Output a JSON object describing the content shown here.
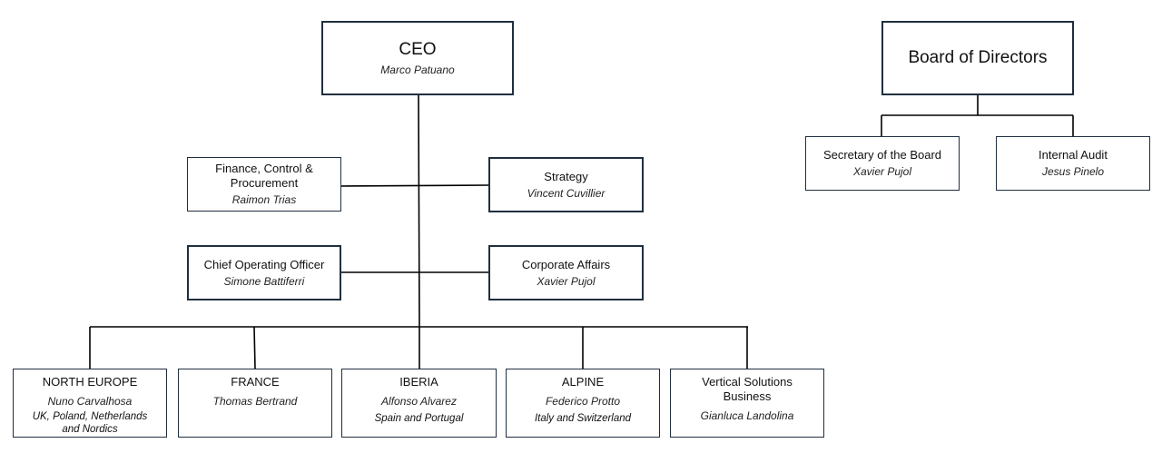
{
  "ceo": {
    "title": "CEO",
    "name": "Marco Patuano"
  },
  "board": {
    "title": "Board of Directors"
  },
  "secretary": {
    "title": "Secretary of the Board",
    "name": "Xavier Pujol"
  },
  "audit": {
    "title": "Internal Audit",
    "name": "Jesus Pinelo"
  },
  "finance": {
    "title": "Finance, Control & Procurement",
    "name": "Raimon Trias"
  },
  "strategy": {
    "title": "Strategy",
    "name": "Vincent Cuvillier"
  },
  "coo": {
    "title": "Chief Operating Officer",
    "name": "Simone Battiferri"
  },
  "affairs": {
    "title": "Corporate Affairs",
    "name": "Xavier Pujol"
  },
  "north_europe": {
    "title": "NORTH EUROPE",
    "name": "Nuno Carvalhosa",
    "region": "UK, Poland, Netherlands and Nordics"
  },
  "france": {
    "title": "FRANCE",
    "name": "Thomas Bertrand"
  },
  "iberia": {
    "title": "IBERIA",
    "name": "Alfonso Alvarez",
    "region": "Spain and Portugal"
  },
  "alpine": {
    "title": "ALPINE",
    "name": "Federico Protto",
    "region": "Italy and Switzerland"
  },
  "vertical": {
    "title": "Vertical Solutions Business",
    "name": "Gianluca Landolina"
  }
}
